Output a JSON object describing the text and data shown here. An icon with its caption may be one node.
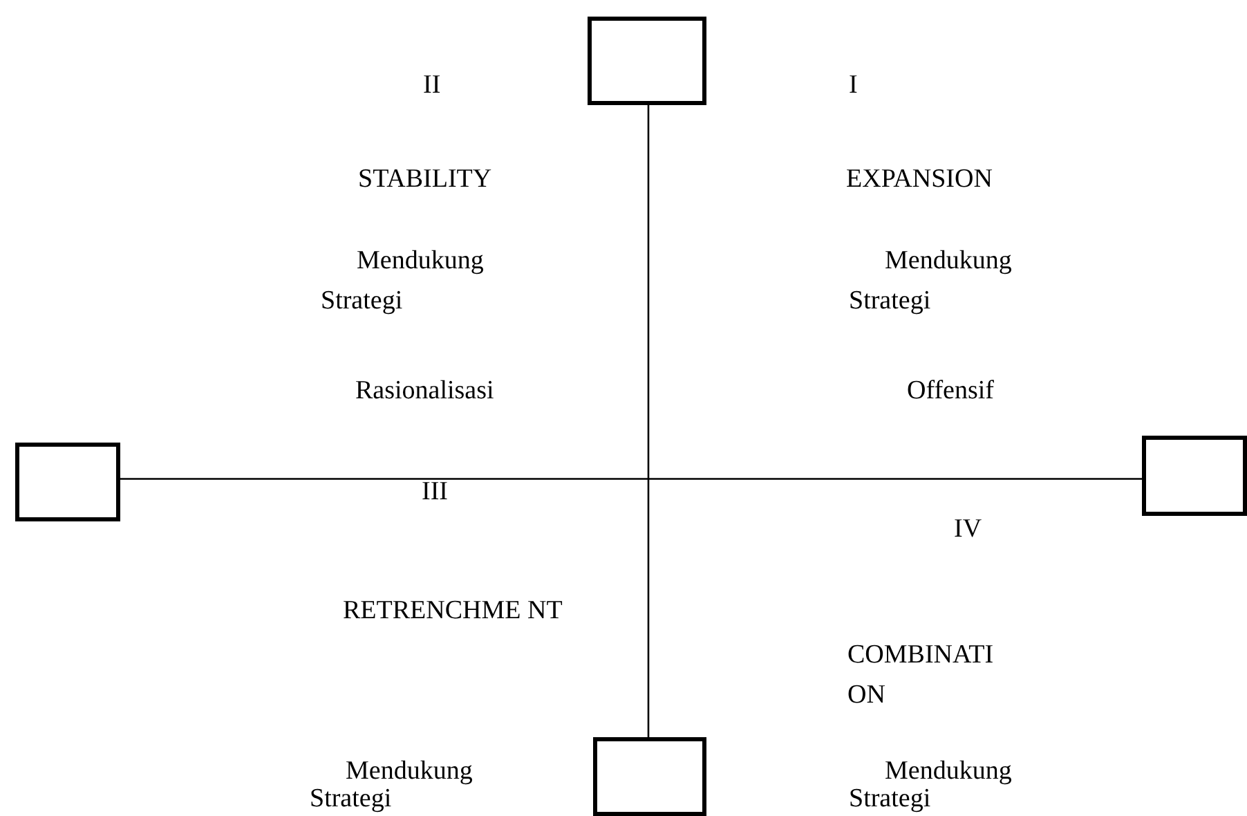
{
  "diagram": {
    "nodes": [
      {
        "text": [],
        "shape": "box"
      },
      {
        "text": [],
        "shape": "box"
      },
      {
        "text": [],
        "shape": "box"
      },
      {
        "text": [],
        "shape": "box"
      }
    ],
    "edges": [
      {
        "from": 0,
        "to": 3,
        "arrow": "none"
      },
      {
        "from": 1,
        "to": 2,
        "arrow": "none"
      }
    ],
    "labels": [
      "II",
      "I",
      "STABILITY",
      "EXPANSION",
      "Mendukung Strategi",
      "Mendukung Strategi",
      "Rasionalisasi",
      "Offensif",
      "III",
      "IV",
      "RETRENCHME NT",
      "COMBINATI ON",
      "Mendukung Strategi",
      "Mendukung Strategi"
    ]
  }
}
